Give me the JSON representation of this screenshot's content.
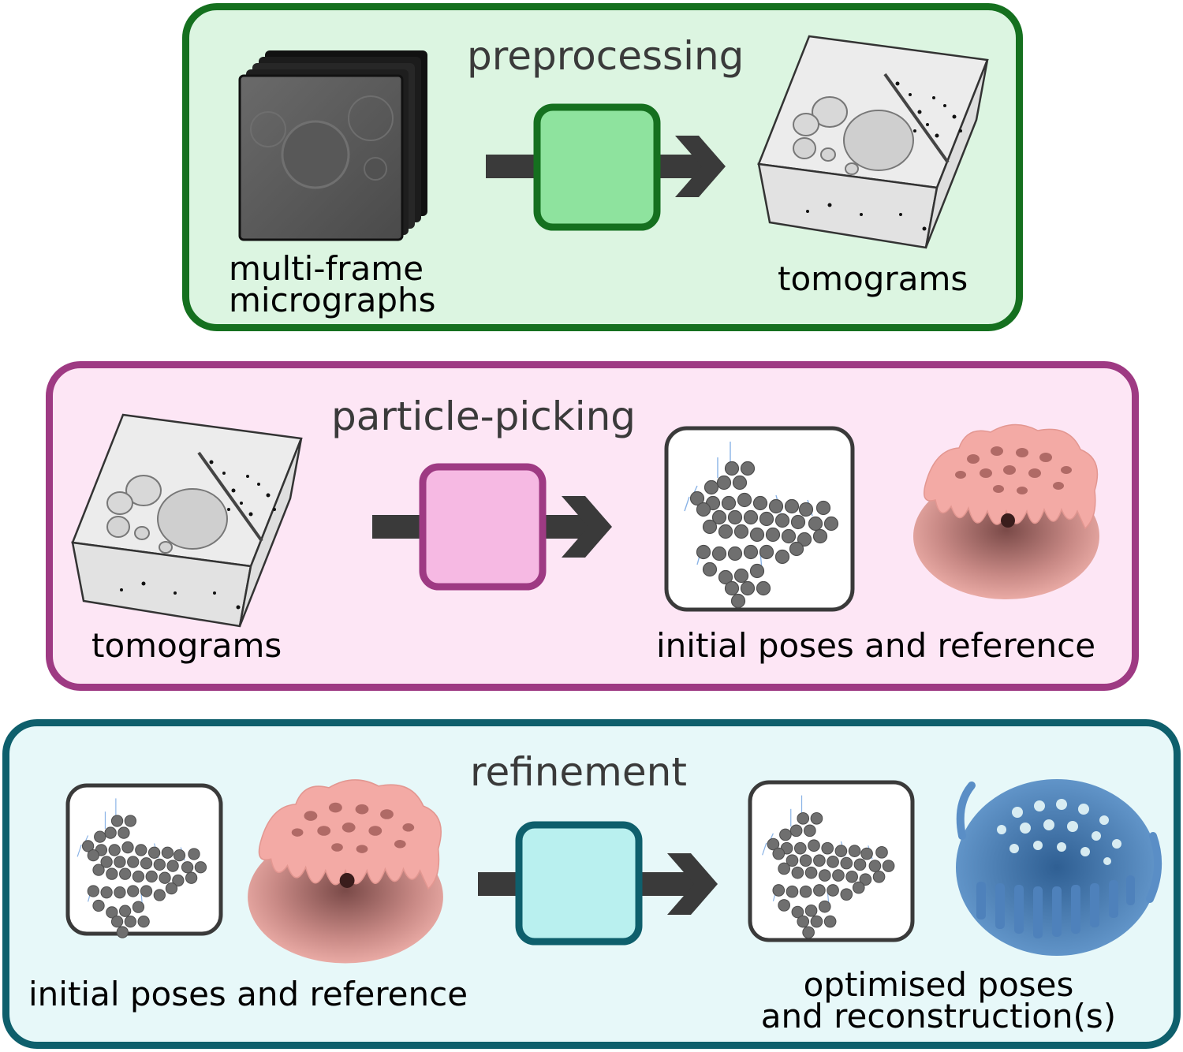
{
  "preprocessing": {
    "title": "preprocessing",
    "input_label_line1": "multi-frame",
    "input_label_line2": "micrographs",
    "output_label": "tomograms",
    "color_border": "#15701f",
    "color_fill": "#dcf5e1",
    "process_fill": "#8ee39e"
  },
  "particle_picking": {
    "title": "particle-picking",
    "input_label": "tomograms",
    "output_label": "initial poses and reference",
    "color_border": "#9e3a83",
    "color_fill": "#fde6f5",
    "process_fill": "#f6b9e3"
  },
  "refinement": {
    "title": "refinement",
    "input_label": "initial poses and reference",
    "output_label_line1": "optimised poses",
    "output_label_line2": "and reconstruction(s)",
    "color_border": "#0e5f6c",
    "color_fill": "#e7f8f9",
    "process_fill": "#b9f0ef"
  },
  "icons": {
    "micrograph_stack": "micrograph-stack-icon",
    "tomogram_volume": "tomogram-volume-icon",
    "process_box": "process-box-icon",
    "arrow": "arrow-right-icon",
    "particle_poses": "particle-poses-icon",
    "reference_map": "reference-map-icon",
    "reconstruction_map": "reconstruction-map-icon"
  }
}
